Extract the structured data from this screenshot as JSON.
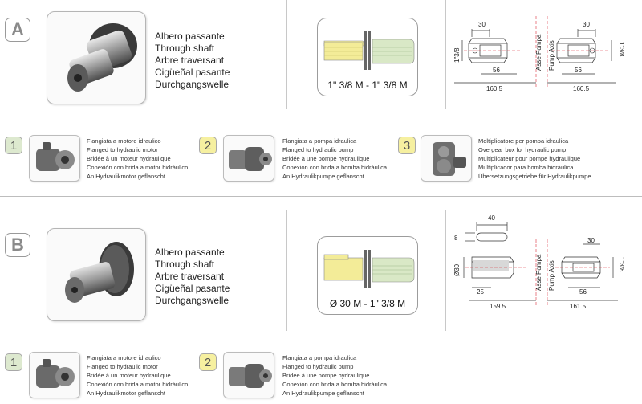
{
  "sectionA": {
    "letter": "A",
    "shaft_names": [
      "Albero passante",
      "Through shaft",
      "Arbre traversant",
      "Cigüeñal pasante",
      "Durchgangswelle"
    ],
    "coupler_label": "1\" 3/8 M - 1\" 3/8 M",
    "drawing": {
      "dim_30_left": "30",
      "dim_30_right": "30",
      "dim_56_left": "56",
      "dim_56_right": "56",
      "dim_160_left": "160.5",
      "dim_160_right": "160.5",
      "dim_shaft_left": "1\"3/8",
      "dim_shaft_right": "1\"3/8",
      "axis_label_it": "Asse Pompa",
      "axis_label_en": "Pump Axis"
    },
    "options": [
      {
        "number": "1",
        "lines": [
          "Flangiata a motore idraulico",
          "Flanged to hydraulic motor",
          "Bridée à un moteur hydraulique",
          "Conexión con brida a motor hidráulico",
          "An Hydraulikmotor geflanscht"
        ]
      },
      {
        "number": "2",
        "lines": [
          "Flangiata a pompa idraulica",
          "Flanged to hydraulic pump",
          "Bridée à une pompe hydraulique",
          "Conexión con brida a bomba hidráulica",
          "An Hydraulikpumpe geflanscht"
        ]
      },
      {
        "number": "3",
        "lines": [
          "Moltiplicatore per pompa idraulica",
          "Overgear box for hydraulic pump",
          "Multiplicateur pour pompe hydraulique",
          "Multiplicador para bomba hidráulica",
          "Übersetzungsgetriebe für Hydraulikpumpe"
        ]
      }
    ]
  },
  "sectionB": {
    "letter": "B",
    "shaft_names": [
      "Albero passante",
      "Through shaft",
      "Arbre traversant",
      "Cigüeñal pasante",
      "Durchgangswelle"
    ],
    "coupler_label": "Ø 30 M  -  1\" 3/8 M",
    "drawing": {
      "dim_40": "40",
      "dim_8": "8",
      "dim_d30": "Ø30",
      "dim_25": "25",
      "dim_159": "159.5",
      "dim_161": "161.5",
      "dim_30": "30",
      "dim_56": "56",
      "dim_shaft": "1\"3/8",
      "axis_label_it": "Asse Pompa",
      "axis_label_en": "Pump Axis"
    },
    "options": [
      {
        "number": "1",
        "lines": [
          "Flangiata a motore idraulico",
          "Flanged to hydraulic motor",
          "Bridée à un moteur hydraulique",
          "Conexión con brida a motor hidráulico",
          "An Hydraulikmotor geflanscht"
        ]
      },
      {
        "number": "2",
        "lines": [
          "Flangiata a pompa idraulica",
          "Flanged to hydraulic pump",
          "Bridée à une pompe hydraulique",
          "Conexión con brida a bomba hidráulica",
          "An Hydraulikpumpe geflanscht"
        ]
      }
    ]
  },
  "colors": {
    "shaft_yellow": "#f3ec98",
    "shaft_green": "#d9e8c6",
    "badge_green": "#dde9cf",
    "badge_yellow": "#f6f0a0",
    "axis_red": "#d9303a"
  }
}
